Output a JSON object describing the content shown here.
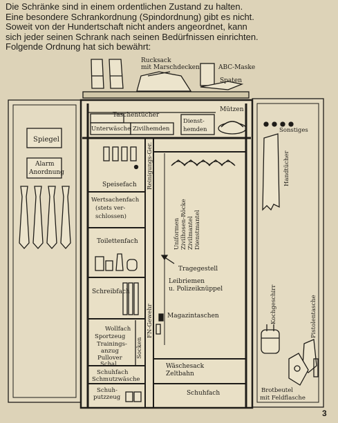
{
  "intro": {
    "lines": [
      "Die Schränke sind in einem ordentlichen Zustand zu halten.",
      "Eine besondere Schrankordnung (Spindordnung) gibt es nicht.",
      "Soweit von der Hundertschaft nicht anders angeordnet, kann",
      "sich jeder seinen Schrank nach seinen Bedürfnissen einrichten.",
      "Folgende Ordnung hat sich bewährt:"
    ]
  },
  "top": {
    "rucksack_line1": "Rucksack",
    "rucksack_line2": "mit Marschdecken",
    "abc_maske": "ABC-Maske",
    "spaten": "Spaten"
  },
  "left_door": {
    "spiegel": "Spiegel",
    "alarm_line1": "Alarm",
    "alarm_line2": "Anordnung"
  },
  "cabinet": {
    "taschentuecher": "Taschentücher",
    "unterwaesche": "Unterwäsche",
    "zivilhemden": "Zivilhemden",
    "diensthemden_line1": "Dienst-",
    "diensthemden_line2": "hemden",
    "muetzen": "Mützen",
    "speisefach": "Speisefach",
    "wertsachen_line1": "Wertsachenfach",
    "wertsachen_line2": "(stets ver-",
    "wertsachen_line3": "schlossen)",
    "toilettenfach": "Toilettenfach",
    "schreibfach": "Schreibfach",
    "wollfach": "Wollfach",
    "sportzeug": "Sportzeug",
    "trainings_line1": "Trainings-",
    "trainings_line2": "anzug",
    "pullover": "Pullover",
    "schal": "Schal",
    "socken": "Socken",
    "schuhfach_left": "Schuhfach",
    "schmutzwaesche": "Schmutzwäsche",
    "schuhputz_line1": "Schuh-",
    "schuhputz_line2": "putzzeug",
    "reinigungs": "Reinigungs-Ger.",
    "fn_gewehr": "FN-Gewehr",
    "uniform_lines": [
      "Uniformen",
      "Zivilhosen-Röcke",
      "Zivilmantel",
      "Dienstmantel"
    ],
    "tragegestell": "Tragegestell",
    "leibriemen_line1": "Leibriemen",
    "leibriemen_line2": "u. Polizeiknüppel",
    "magazintaschen": "Magazintaschen",
    "waeschesack": "Wäschesack",
    "zeltbahn": "Zeltbahn",
    "schuhfach_right": "Schuhfach"
  },
  "right_door": {
    "sonstiges": "Sonstiges",
    "handtuecher": "Handtücher",
    "kochgeschirr": "Kochgeschirr",
    "pistolentasche": "Pistolentasche",
    "brotbeutel_line1": "Brotbeutel",
    "brotbeutel_line2": "mit Feldflasche"
  },
  "page_number": "3"
}
